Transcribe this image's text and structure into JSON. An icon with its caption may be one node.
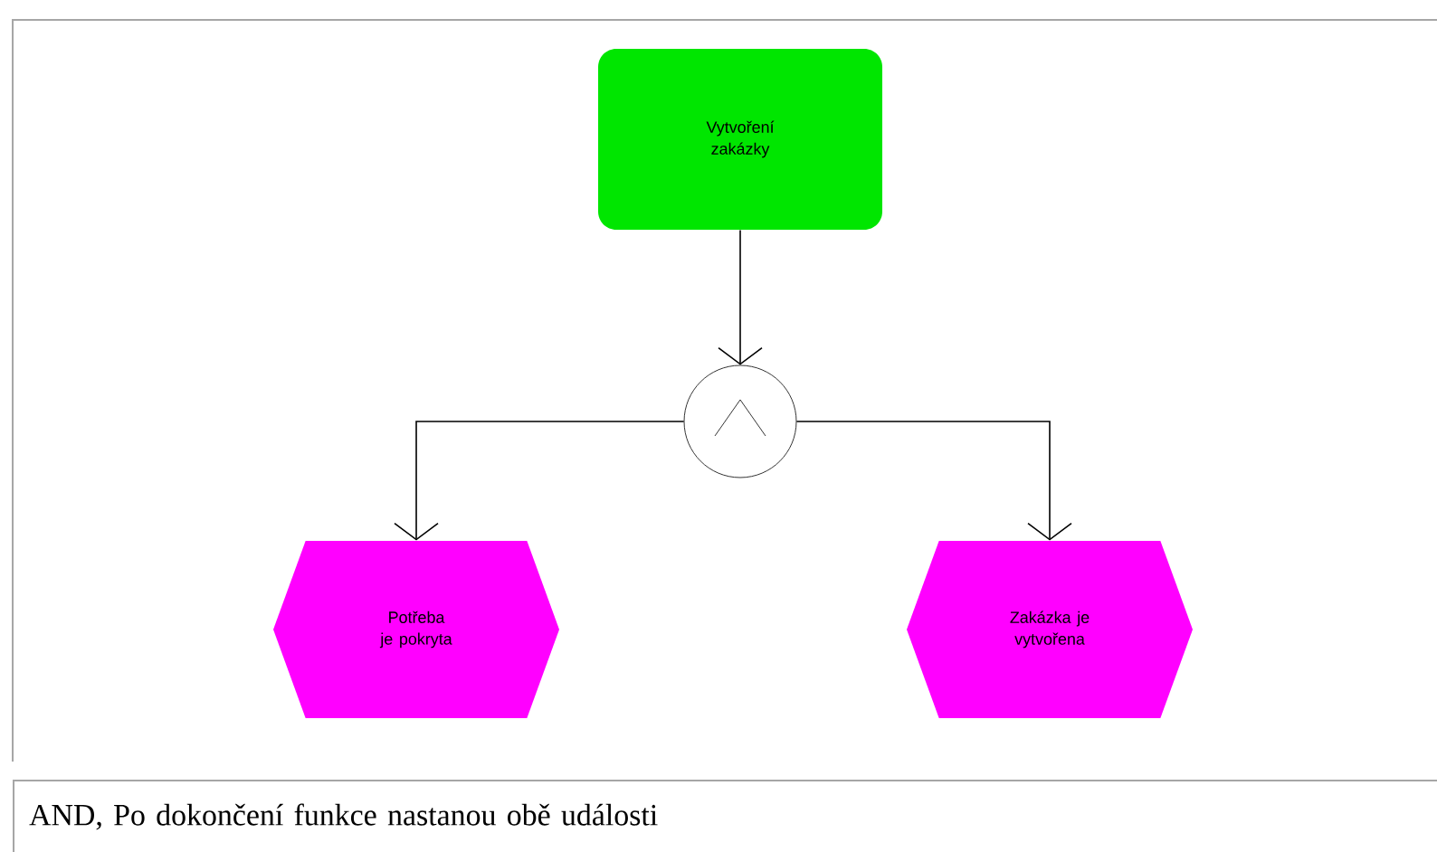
{
  "diagram": {
    "caption": "AND, Po dokončení funkce nastanou obě události",
    "nodes": [
      {
        "text": [
          "Vytvoření zakázky"
        ]
      },
      {
        "text": [],
        "shape": "circle"
      },
      {
        "text": [
          "Potřeba je pokryta"
        ]
      },
      {
        "text": [
          "Zakázka je vytvořena"
        ]
      }
    ],
    "edges": [
      {
        "from": 0,
        "to": 1,
        "arrow": "to"
      },
      {
        "from": 1,
        "to": 2,
        "arrow": "to"
      },
      {
        "from": 1,
        "to": 3,
        "arrow": "to"
      }
    ]
  }
}
